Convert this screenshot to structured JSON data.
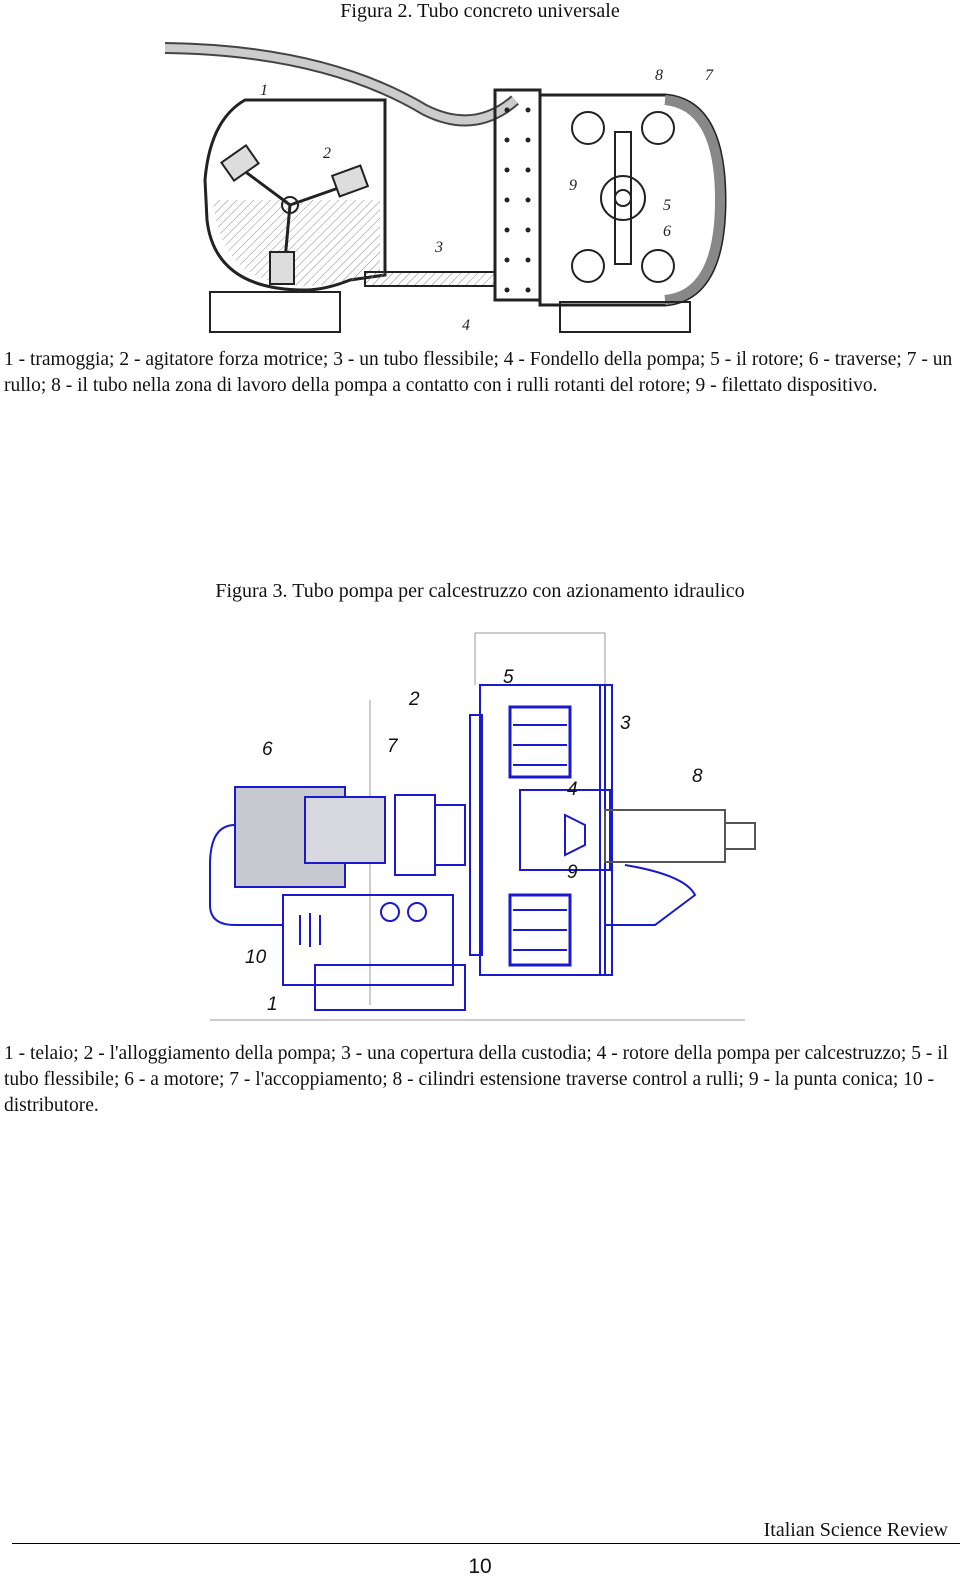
{
  "figure2": {
    "title": "Figura 2. Tubo concreto universale",
    "caption": "1 - tramoggia; 2 - agitatore forza motrice; 3 - un tubo flessibile; 4 - Fondello della pompa; 5 - il rotore; 6 - traverse; 7 - un rullo; 8 - il tubo nella zona di lavoro della pompa a contatto con i rulli rotanti del rotore; 9 - filettato dispositivo.",
    "labels": [
      "1",
      "2",
      "3",
      "4",
      "5",
      "6",
      "7",
      "8",
      "9"
    ]
  },
  "figure3": {
    "title": "Figura 3. Tubo pompa per calcestruzzo con azionamento idraulico",
    "caption": "1 - telaio; 2 - l'alloggiamento della pompa; 3 - una copertura della custodia; 4 - rotore della pompa per calcestruzzo; 5 - il tubo flessibile; 6 - a motore; 7 - l'accoppiamento; 8 - cilindri estensione traverse control a rulli; 9 - la punta conica; 10 - distributore.",
    "labels": [
      "1",
      "2",
      "3",
      "4",
      "5",
      "6",
      "7",
      "8",
      "9",
      "10"
    ]
  },
  "footer": {
    "journal": "Italian Science Review",
    "page_number": "10"
  },
  "colors": {
    "drawing_line": "#222222",
    "cad_blue": "#1a1acc",
    "hatch_gray": "#888888"
  }
}
